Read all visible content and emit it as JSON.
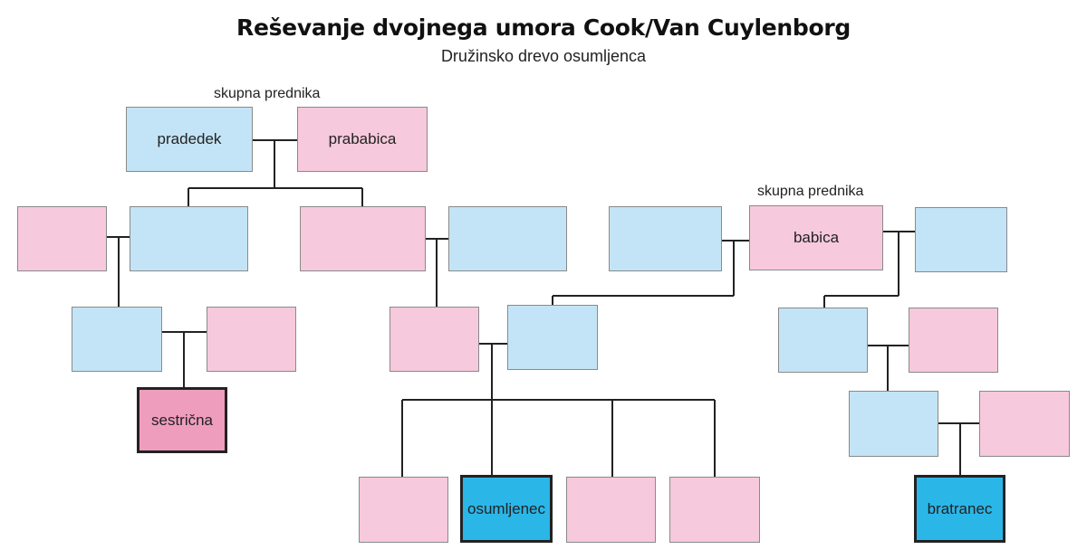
{
  "title": "Reševanje dvojnega umora Cook/Van Cuylenborg",
  "subtitle": "Družinsko drevo osumljenca",
  "notes": {
    "left_ancestors": "skupna prednika",
    "right_ancestors": "skupna prednika"
  },
  "boxes": {
    "great_grandfather": "pradedek",
    "great_grandmother": "prababica",
    "grandmother": "babica",
    "cousin_female": "sestrična",
    "suspect": "osumljenec",
    "cousin_male": "bratranec"
  },
  "colors": {
    "male": "#c3e4f6",
    "female": "#f6c9dc",
    "highlight_male": "#2bb6e8",
    "highlight_female": "#ef9dbd",
    "line": "#222222"
  }
}
